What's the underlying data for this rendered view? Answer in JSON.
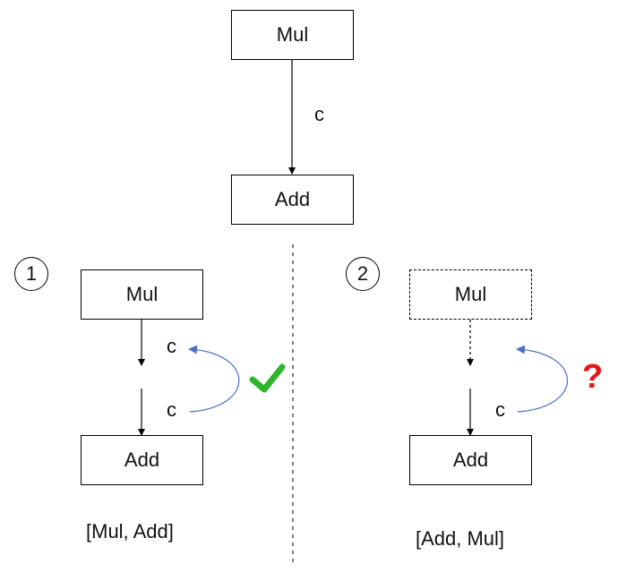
{
  "top": {
    "source_node": "Mul",
    "target_node": "Add",
    "edge_label": "c"
  },
  "case1": {
    "number": "1",
    "source_node": "Mul",
    "target_node": "Add",
    "upper_edge_label": "c",
    "lower_edge_label": "c",
    "status_icon": "green-check-icon",
    "order": "[Mul, Add]"
  },
  "case2": {
    "number": "2",
    "source_node": "Mul",
    "source_node_style": "dashed",
    "target_node": "Add",
    "lower_edge_label": "c",
    "status_icon": "question-mark",
    "status_text": "?",
    "order": "[Add, Mul]"
  },
  "colors": {
    "check": "#2db52d",
    "question": "#e8141b",
    "curve": "#4a72c4"
  }
}
